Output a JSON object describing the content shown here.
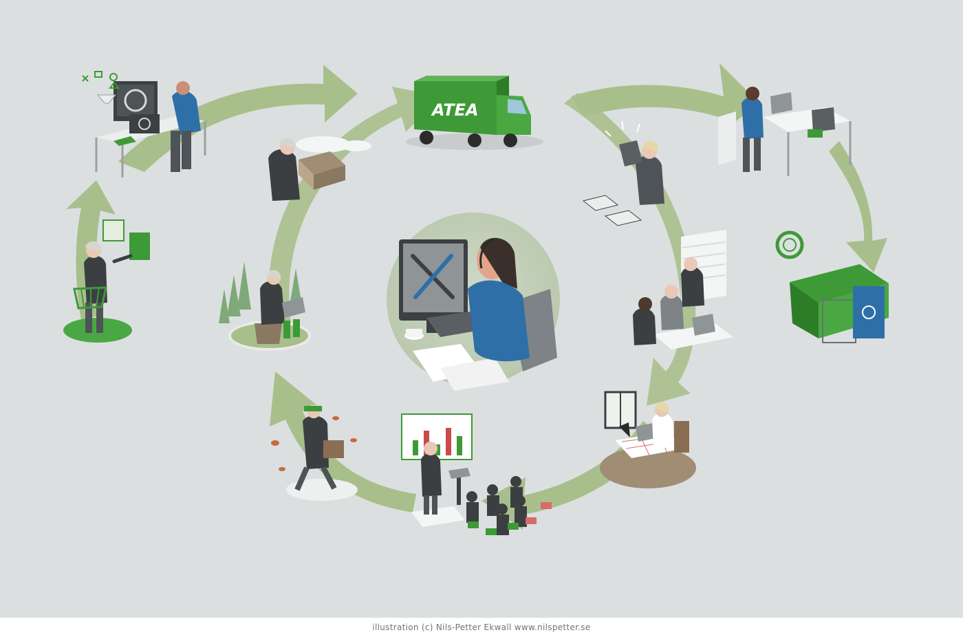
{
  "illustration": {
    "truck_brand": "ATEA",
    "colors": {
      "background": "#dcdfe0",
      "arrow_green": "#a8bf8c",
      "brand_green": "#3d9a36",
      "blue_jacket": "#2f6fa8",
      "dark_suit": "#3b3f42"
    },
    "stages": [
      {
        "name": "shopping-customer",
        "icon": "shopping-basket-icon"
      },
      {
        "name": "configuration-workstation",
        "icon": "monitor-icon"
      },
      {
        "name": "packing-box",
        "icon": "package-icon"
      },
      {
        "name": "delivery-truck",
        "icon": "truck-icon"
      },
      {
        "name": "unboxing-laptop",
        "icon": "laptop-icon"
      },
      {
        "name": "technician-workbench",
        "icon": "laptop-icon"
      },
      {
        "name": "recycling-container",
        "icon": "recycle-icon"
      },
      {
        "name": "office-meeting",
        "icon": "laptop-icon"
      },
      {
        "name": "home-office",
        "icon": "laptop-icon"
      },
      {
        "name": "presentation-audience",
        "icon": "bar-chart-icon"
      },
      {
        "name": "commuter-walking",
        "icon": "bag-icon"
      },
      {
        "name": "outdoor-laptop-user",
        "icon": "laptop-icon"
      },
      {
        "name": "support-agent",
        "icon": "wrench-screwdriver-icon"
      }
    ],
    "presentation_chart": {
      "bar_colors": [
        "#3d9a36",
        "#c94b4b",
        "#3d9a36",
        "#c94b4b",
        "#3d9a36"
      ]
    }
  },
  "footer": {
    "credit": "illustration (c) Nils-Petter Ekwall  www.nilspetter.se"
  }
}
